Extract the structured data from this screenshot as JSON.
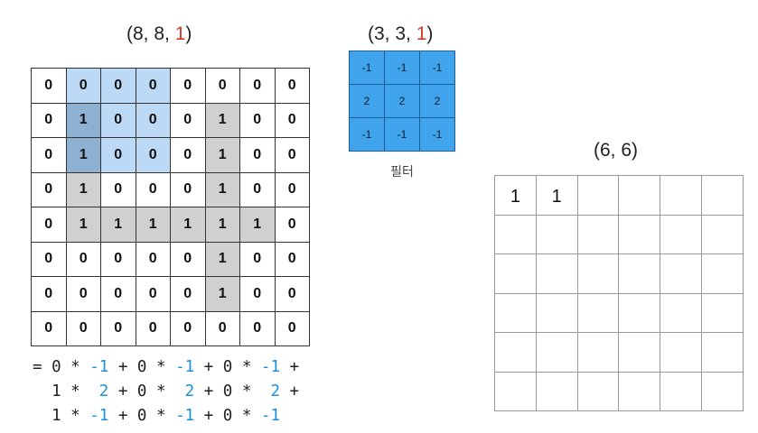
{
  "input": {
    "title_prefix": "(8, 8, ",
    "title_channel": "1",
    "title_suffix": ")",
    "grid": [
      [
        "0",
        "0",
        "0",
        "0",
        "0",
        "0",
        "0",
        "0"
      ],
      [
        "0",
        "1",
        "0",
        "0",
        "0",
        "1",
        "0",
        "0"
      ],
      [
        "0",
        "1",
        "0",
        "0",
        "0",
        "1",
        "0",
        "0"
      ],
      [
        "0",
        "1",
        "0",
        "0",
        "0",
        "1",
        "0",
        "0"
      ],
      [
        "0",
        "1",
        "1",
        "1",
        "1",
        "1",
        "1",
        "0"
      ],
      [
        "0",
        "0",
        "0",
        "0",
        "0",
        "1",
        "0",
        "0"
      ],
      [
        "0",
        "0",
        "0",
        "0",
        "0",
        "1",
        "0",
        "0"
      ],
      [
        "0",
        "0",
        "0",
        "0",
        "0",
        "0",
        "0",
        "0"
      ]
    ],
    "shape_cells": [
      [
        1,
        1
      ],
      [
        2,
        1
      ],
      [
        3,
        1
      ],
      [
        4,
        1
      ],
      [
        4,
        2
      ],
      [
        4,
        3
      ],
      [
        4,
        4
      ],
      [
        4,
        5
      ],
      [
        4,
        6
      ],
      [
        1,
        5
      ],
      [
        2,
        5
      ],
      [
        3,
        5
      ],
      [
        5,
        5
      ],
      [
        6,
        5
      ]
    ],
    "window": {
      "row": 0,
      "col": 1,
      "size": 3
    }
  },
  "filter": {
    "title_prefix": "(3, 3, ",
    "title_channel": "1",
    "title_suffix": ")",
    "label": "필터",
    "grid": [
      [
        "-1",
        "-1",
        "-1"
      ],
      [
        "2",
        "2",
        "2"
      ],
      [
        "-1",
        "-1",
        "-1"
      ]
    ]
  },
  "output": {
    "title": "(6, 6)",
    "rows": 6,
    "cols": 6,
    "values": [
      [
        "1",
        "1",
        "",
        "",
        "",
        ""
      ],
      [
        "",
        "",
        "",
        "",
        "",
        ""
      ],
      [
        "",
        "",
        "",
        "",
        "",
        ""
      ],
      [
        "",
        "",
        "",
        "",
        "",
        ""
      ],
      [
        "",
        "",
        "",
        "",
        "",
        ""
      ],
      [
        "",
        "",
        "",
        "",
        "",
        ""
      ]
    ]
  },
  "equation": {
    "lines": [
      [
        {
          "t": "= 0 * "
        },
        {
          "t": "-1",
          "c": "neg"
        },
        {
          "t": " + 0 * "
        },
        {
          "t": "-1",
          "c": "neg"
        },
        {
          "t": " + 0 * "
        },
        {
          "t": "-1",
          "c": "neg"
        },
        {
          "t": " +"
        }
      ],
      [
        {
          "t": "  1 *  "
        },
        {
          "t": "2",
          "c": "neg"
        },
        {
          "t": " + 0 *  "
        },
        {
          "t": "2",
          "c": "neg"
        },
        {
          "t": " + 0 *  "
        },
        {
          "t": "2",
          "c": "neg"
        },
        {
          "t": " +"
        }
      ],
      [
        {
          "t": "  1 * "
        },
        {
          "t": "-1",
          "c": "neg"
        },
        {
          "t": " + 0 * "
        },
        {
          "t": "-1",
          "c": "neg"
        },
        {
          "t": " + 0 * "
        },
        {
          "t": "-1",
          "c": "neg"
        }
      ]
    ]
  }
}
